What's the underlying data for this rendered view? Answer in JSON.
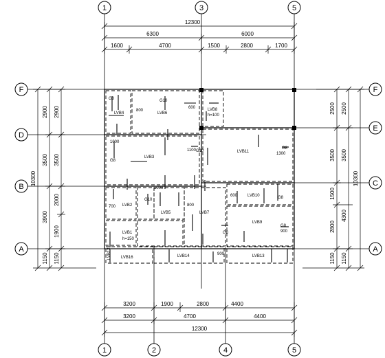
{
  "axes": {
    "columns": [
      {
        "label": "1"
      },
      {
        "label": "2"
      },
      {
        "label": "3"
      },
      {
        "label": "4"
      },
      {
        "label": "5"
      }
    ],
    "rows": [
      {
        "label": "F"
      },
      {
        "label": "E"
      },
      {
        "label": "D"
      },
      {
        "label": "C"
      },
      {
        "label": "B"
      },
      {
        "label": "A"
      }
    ]
  },
  "top_dims": {
    "overall": "12300",
    "row2": [
      "6300",
      "6000"
    ],
    "row3": [
      "1600",
      "4700",
      "1500",
      "2800",
      "1700"
    ]
  },
  "bottom_dims": {
    "row1": [
      "3200",
      "1900",
      "2800",
      "4400"
    ],
    "row2": [
      "3200",
      "4700",
      "4400"
    ],
    "overall": "12300"
  },
  "left_dims": {
    "overall": "10300",
    "outer": [
      "2900",
      "3500",
      "3900",
      "1150"
    ],
    "inner": [
      "2900",
      "3500",
      "2000",
      "1900",
      "1150"
    ]
  },
  "right_dims": {
    "overall": "10300",
    "outer": [
      "2500",
      "3500",
      "4300",
      "1150"
    ],
    "inner": [
      "2500",
      "3500",
      "1500",
      "2800",
      "1150"
    ]
  },
  "slabs": [
    {
      "label": "LVB4"
    },
    {
      "label": "LVB6"
    },
    {
      "label": "LVB8"
    },
    {
      "label": "h=100"
    },
    {
      "label": "LVB3"
    },
    {
      "label": "LVB11"
    },
    {
      "label": "LVB2"
    },
    {
      "label": "LVB5"
    },
    {
      "label": "LVB7"
    },
    {
      "label": "LVB10"
    },
    {
      "label": "LVB9"
    },
    {
      "label": "LVB1"
    },
    {
      "label": "h=150"
    },
    {
      "label": "LVB16"
    },
    {
      "label": "LVB14"
    },
    {
      "label": "LVB12"
    },
    {
      "label": "LVB13"
    }
  ],
  "rebar": [
    {
      "label": "G8"
    },
    {
      "label": "G10"
    },
    {
      "label": "600"
    },
    {
      "label": "800"
    },
    {
      "label": "1000"
    },
    {
      "label": "1100"
    },
    {
      "label": "1300"
    },
    {
      "label": "700"
    },
    {
      "label": "900"
    },
    {
      "label": "G8"
    },
    {
      "label": "G10"
    },
    {
      "label": "G8"
    },
    {
      "label": "600"
    },
    {
      "label": "G8"
    },
    {
      "label": "1000"
    },
    {
      "label": "G10"
    },
    {
      "label": "800"
    },
    {
      "label": "G8"
    },
    {
      "label": "900"
    },
    {
      "label": "G8"
    }
  ]
}
